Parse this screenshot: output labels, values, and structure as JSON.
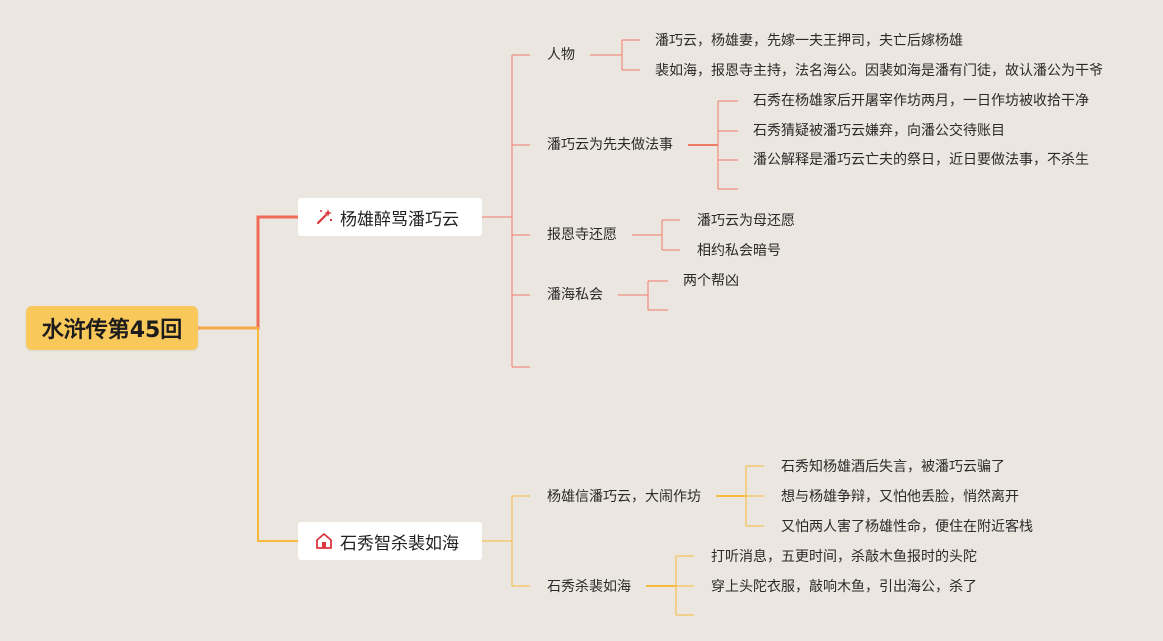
{
  "root": {
    "label": "水浒传第45回"
  },
  "colors": {
    "background": "#ebe7e0",
    "root_fill": "#f9c85a",
    "branch_red": "#ef6b55",
    "branch_orange": "#f7ba3c"
  },
  "branches": [
    {
      "label": "杨雄醉骂潘巧云",
      "icon": "magic-wand-icon",
      "subtopics": [
        {
          "label": "人物",
          "leaves": [
            "潘巧云，杨雄妻，先嫁一夫王押司，夫亡后嫁杨雄",
            "裴如海，报恩寺主持，法名海公。因裴如海是潘有门徒，故认潘公为干爷"
          ]
        },
        {
          "label": "潘巧云为先夫做法事",
          "leaves": [
            "石秀在杨雄家后开屠宰作坊两月，一日作坊被收拾干净",
            "石秀猜疑被潘巧云嫌弃，向潘公交待账目",
            "潘公解释是潘巧云亡夫的祭日，近日要做法事，不杀生"
          ]
        },
        {
          "label": "报恩寺还愿",
          "leaves": [
            "潘巧云为母还愿",
            "相约私会暗号"
          ]
        },
        {
          "label": "潘海私会",
          "leaves": [
            "两个帮凶"
          ]
        }
      ]
    },
    {
      "label": "石秀智杀裴如海",
      "icon": "house-icon",
      "subtopics": [
        {
          "label": "杨雄信潘巧云，大闹作坊",
          "leaves": [
            "石秀知杨雄酒后失言，被潘巧云骗了",
            "想与杨雄争辩，又怕他丢脸，悄然离开",
            "又怕两人害了杨雄性命，便住在附近客栈"
          ]
        },
        {
          "label": "石秀杀裴如海",
          "leaves": [
            "打听消息，五更时间，杀敲木鱼报时的头陀",
            "穿上头陀衣服，敲响木鱼，引出海公，杀了"
          ]
        }
      ]
    }
  ]
}
